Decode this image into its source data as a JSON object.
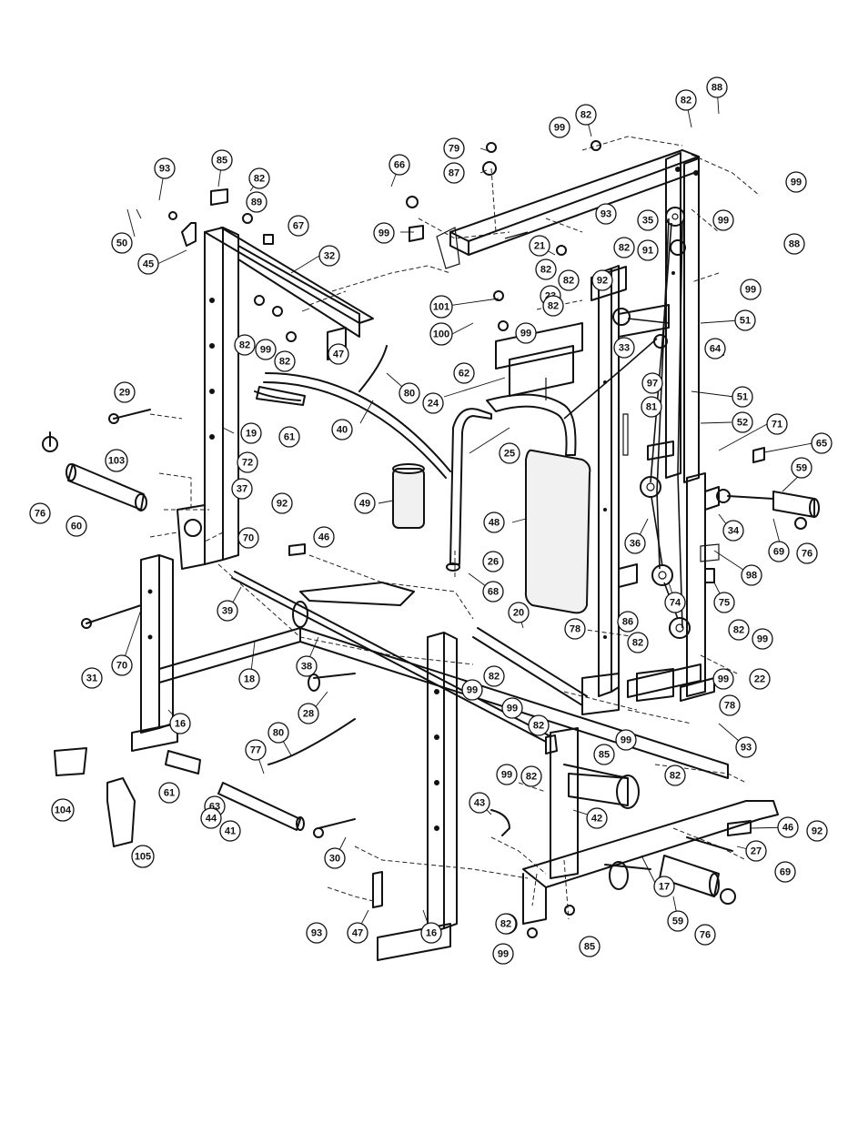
{
  "diagram": {
    "callouts": [
      "88",
      "82",
      "99",
      "82",
      "99",
      "79",
      "87",
      "66",
      "85",
      "82",
      "89",
      "93",
      "50",
      "67",
      "99",
      "82",
      "82",
      "99",
      "93",
      "21",
      "35",
      "88",
      "91",
      "99",
      "82",
      "92",
      "23",
      "101",
      "73",
      "45",
      "32",
      "100",
      "82",
      "99",
      "82",
      "47",
      "82",
      "99",
      "62",
      "51",
      "64",
      "33",
      "80",
      "24",
      "29",
      "61",
      "40",
      "97",
      "51",
      "81",
      "52",
      "71",
      "65",
      "19",
      "103",
      "72",
      "25",
      "76",
      "60",
      "37",
      "92",
      "49",
      "48",
      "59",
      "70",
      "46",
      "36",
      "34",
      "69",
      "76",
      "26",
      "98",
      "68",
      "39",
      "74",
      "75",
      "31",
      "70",
      "20",
      "86",
      "78",
      "18",
      "38",
      "82",
      "82",
      "99",
      "99",
      "82",
      "99",
      "22",
      "28",
      "16",
      "99",
      "82",
      "78",
      "93",
      "80",
      "85",
      "99",
      "82",
      "104",
      "77",
      "82",
      "99",
      "61",
      "63",
      "44",
      "41",
      "43",
      "42",
      "105",
      "30",
      "27",
      "92",
      "46",
      "17",
      "69",
      "59",
      "76",
      "82",
      "93",
      "47",
      "16",
      "82",
      "99",
      "85"
    ]
  }
}
